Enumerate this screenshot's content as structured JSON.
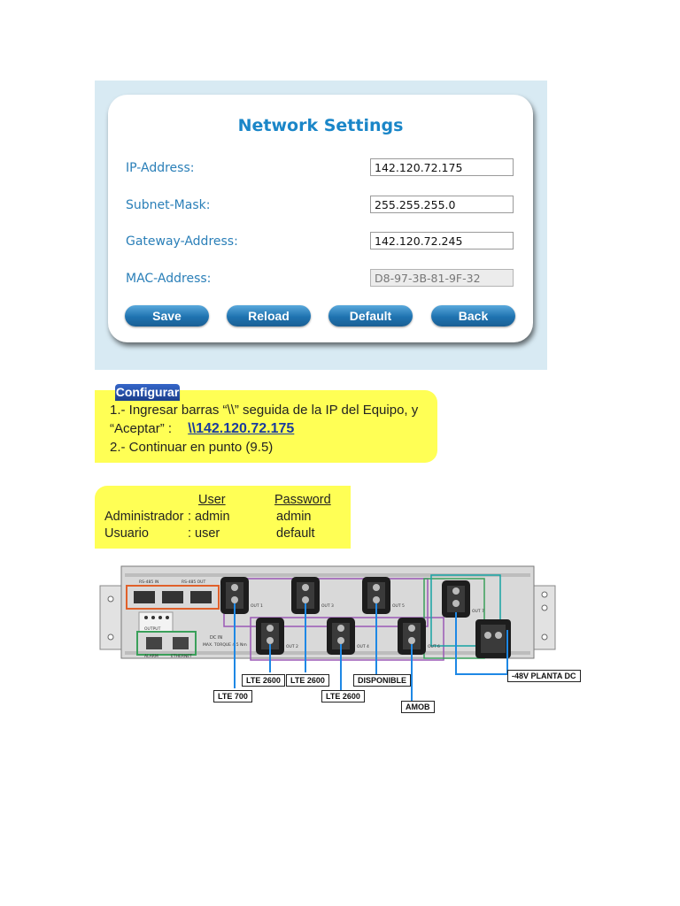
{
  "network_settings": {
    "title": "Network Settings",
    "fields": [
      {
        "label": "IP-Address:",
        "value": "142.120.72.175",
        "readonly": false
      },
      {
        "label": "Subnet-Mask:",
        "value": "255.255.255.0",
        "readonly": false
      },
      {
        "label": "Gateway-Address:",
        "value": "142.120.72.245",
        "readonly": false
      },
      {
        "label": "MAC-Address:",
        "value": "D8-97-3B-81-9F-32",
        "readonly": true
      }
    ],
    "buttons": {
      "save": "Save",
      "reload": "Reload",
      "default": "Default",
      "back": "Back"
    }
  },
  "configurar": {
    "tag": "Configurar",
    "line1": "1.- Ingresar barras “\\\\” seguida de la IP del Equipo, y",
    "line2_prefix": "“Aceptar”   :",
    "line2_link": "\\\\142.120.72.175",
    "line3": "2.- Continuar en punto (9.5)"
  },
  "credentials": {
    "header_user": "User",
    "header_password": "Password",
    "rows": [
      {
        "role": "Administrador",
        "user": ": admin",
        "password": "admin"
      },
      {
        "role": "Usuario",
        "user": ": user",
        "password": "default"
      }
    ]
  },
  "diagram_labels": {
    "lte700": "LTE 700",
    "lte2600_a": "LTE 2600",
    "lte2600_b": "LTE 2600",
    "lte2600_c": "LTE 2600",
    "disponible": "DISPONIBLE",
    "amob": "AMOB",
    "planta_dc": "-48V PLANTA DC",
    "alarm": "ALARM",
    "ethernet": "ETHERNET",
    "dc_in": "DC IN",
    "rs485_in": "RS-485 IN",
    "rs485_out": "RS-485 OUT",
    "output": "OUTPUT",
    "torque": "MAX. TORQUE 4.5 Nm",
    "slot1": "OUT 1",
    "slot2": "OUT 2",
    "slot3": "OUT 3",
    "slot4": "OUT 4",
    "slot5": "OUT 5",
    "slot6": "OUT 6",
    "slot7": "OUT 7"
  },
  "colors": {
    "title_blue": "#1a86c8",
    "label_blue": "#2a7fb8",
    "button_blue": "#1f73b0",
    "highlight_yellow": "#ffff55",
    "tag_blue": "#1c3f8c"
  }
}
